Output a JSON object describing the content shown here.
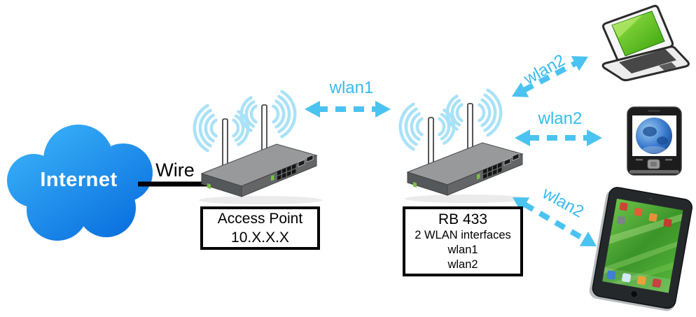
{
  "diagram": {
    "internet_cloud": {
      "label": "Internet"
    },
    "wired_link": {
      "label": "Wire"
    },
    "access_point_box": {
      "line1": "Access Point",
      "line2": "10.X.X.X"
    },
    "rb433_box": {
      "title": "RB 433",
      "lines": [
        "2 WLAN interfaces",
        "wlan1",
        "wlan2"
      ]
    },
    "links": {
      "wlan1": {
        "label": "wlan1"
      },
      "wlan2_laptop": {
        "label": "wlan2"
      },
      "wlan2_phone": {
        "label": "wlan2"
      },
      "wlan2_tablet": {
        "label": "wlan2"
      }
    },
    "colors": {
      "arrow": "#4AC3F0",
      "link_label": "#35BCEE",
      "wifi_arc": "#A9E2F8",
      "cloud_top": "#38AFF7",
      "cloud_bottom": "#0A70DF",
      "wire": "#000000"
    }
  }
}
